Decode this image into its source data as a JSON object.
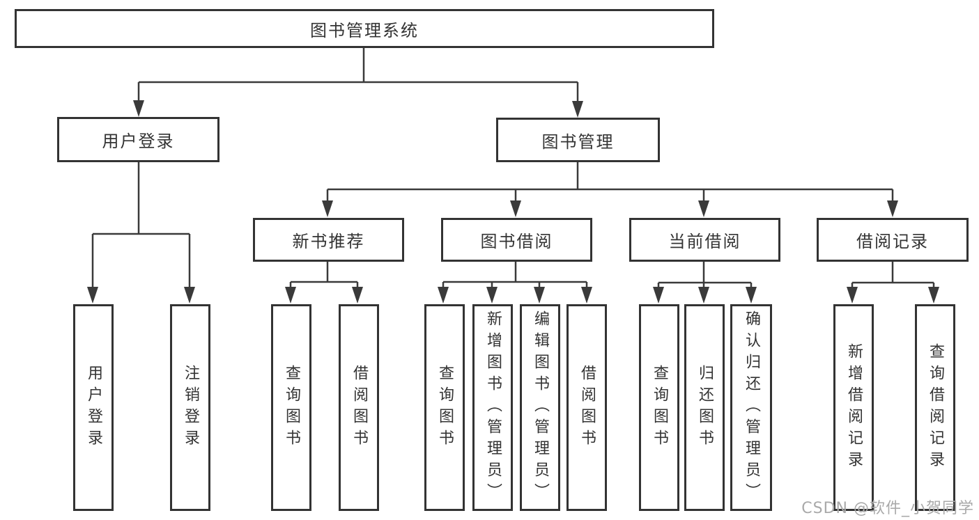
{
  "diagram": {
    "root": {
      "label": "图书管理系统"
    },
    "level1": [
      {
        "label": "用户登录"
      },
      {
        "label": "图书管理"
      }
    ],
    "level2": [
      {
        "label": "新书推荐"
      },
      {
        "label": "图书借阅"
      },
      {
        "label": "当前借阅"
      },
      {
        "label": "借阅记录"
      }
    ],
    "leaves": {
      "userLogin": [
        {
          "label": "用户登录"
        },
        {
          "label": "注销登录"
        }
      ],
      "newBooks": [
        {
          "label": "查询图书"
        },
        {
          "label": "借阅图书"
        }
      ],
      "bookBorrow": [
        {
          "label": "查询图书"
        },
        {
          "label": "新增图书（管理员）"
        },
        {
          "label": "编辑图书（管理员）"
        },
        {
          "label": "借阅图书"
        }
      ],
      "currentBorrow": [
        {
          "label": "查询图书"
        },
        {
          "label": "归还图书"
        },
        {
          "label": "确认归还（管理员）"
        }
      ],
      "borrowRecords": [
        {
          "label": "新增借阅记录"
        },
        {
          "label": "查询借阅记录"
        }
      ]
    }
  },
  "watermark": "CSDN @软件_小贺同学",
  "colors": {
    "line": "#3a3a3a",
    "border": "#333333",
    "text": "#333333",
    "watermark": "#a9a9a9",
    "background": "#ffffff"
  }
}
